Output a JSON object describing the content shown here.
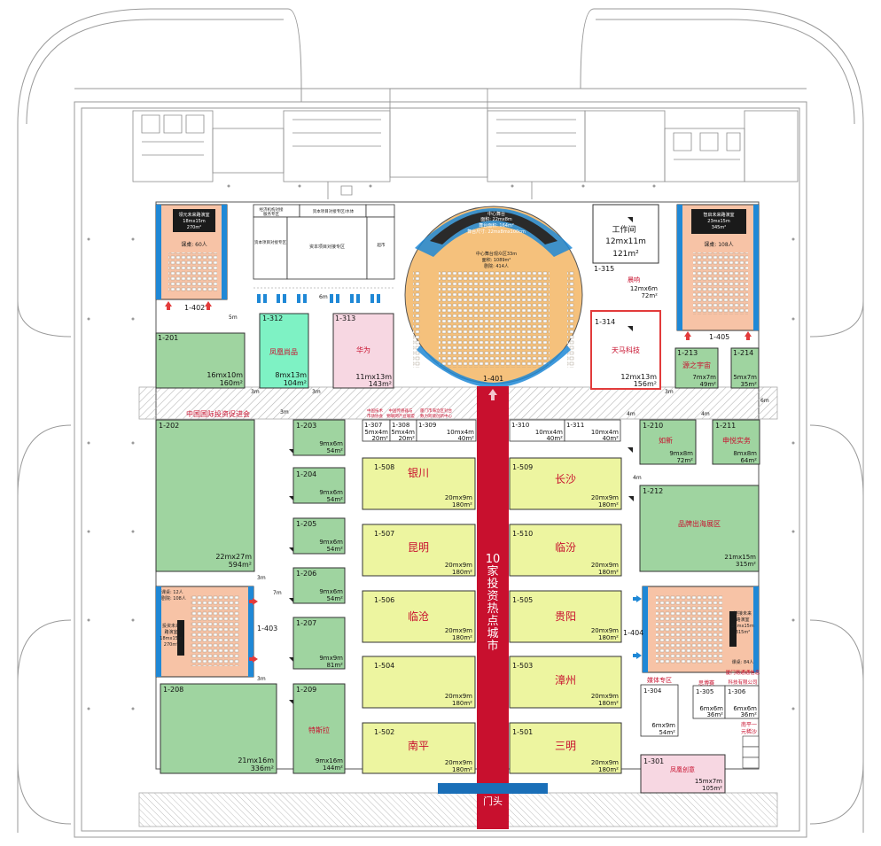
{
  "colors": {
    "green": "#9fd4a0",
    "yellow": "#edf5a0",
    "salmon": "#f7c3a6",
    "pink": "#f7d7e2",
    "mint": "#7ef2c4",
    "red": "#c8102e",
    "blue": "#1f88d6",
    "stage": "#f5c17c",
    "hatch": "#c8c8c8"
  },
  "labels": {
    "org": "中国国际投资促进会",
    "corridor_city": "10家投资热点城市",
    "gate": "门头",
    "w3m": "3m",
    "w4m": "4m",
    "w5m": "5m",
    "w6m": "6m",
    "w7m": "7m",
    "left_top_room": "领元未来路演室",
    "left_top_size": "18mx15m",
    "left_top_area": "270m²",
    "left_top_seats": "课桌: 60人",
    "right_top_room": "智启未来路演室",
    "right_top_size": "23mx15m",
    "right_top_area": "345m²",
    "right_top_seats": "课桌: 108人",
    "left_mid_room1": "投资未来",
    "left_mid_room2": "路演室",
    "left_mid_size": "18mx15m",
    "left_mid_area": "270m²",
    "left_mid_seats1": "课桌: 12人",
    "left_mid_seats2": "剧院: 108人",
    "right_mid_room1": "链接未来",
    "right_mid_room2": "路演室",
    "right_mid_size": "21mx15m",
    "right_mid_area": "315m²",
    "right_mid_seats": "课桌: 84人",
    "stage1": "中心舞台",
    "stage2": "面积: 22mx8m",
    "stage3": "舞台面积: 164m²",
    "stage4": "舞台尺寸: 22mx8mx100cm",
    "stage5": "中心舞台观众区33m",
    "stage6": "面积: 1089m²",
    "stage7": "剧院: 414人",
    "notice1": "经济机构对接",
    "notice2": "服务专区",
    "notice3": "资本项目对接专区/水体",
    "notice4": "资本项目对接专区",
    "notice5": "资本项目对接专区",
    "notice6": "超市",
    "media": "媒体专区",
    "group1": "中国技术",
    "group2": "市场协会",
    "group3": "中国传感器与",
    "group4": "物联网产业联盟",
    "group5": "厦门市海沧区对台",
    "group6": "数力跨境创新中心",
    "feng_name": "凤凰创意",
    "nanping_one": "南平一",
    "nanping_two": "元稀沙",
    "xiamen1": "厦门易通通信息",
    "xiamen2": "科技有限公司"
  },
  "booths": [
    {
      "id": "1-201",
      "name": "",
      "size": "16mx10m",
      "area": "160m²"
    },
    {
      "id": "1-202",
      "name": "",
      "size": "22mx27m",
      "area": "594m²"
    },
    {
      "id": "1-203",
      "name": "",
      "size": "9mx6m",
      "area": "54m²"
    },
    {
      "id": "1-204",
      "name": "",
      "size": "9mx6m",
      "area": "54m²"
    },
    {
      "id": "1-205",
      "name": "",
      "size": "9mx6m",
      "area": "54m²"
    },
    {
      "id": "1-206",
      "name": "",
      "size": "9mx6m",
      "area": "54m²"
    },
    {
      "id": "1-207",
      "name": "",
      "size": "9mx9m",
      "area": "81m²"
    },
    {
      "id": "1-208",
      "name": "",
      "size": "21mx16m",
      "area": "336m²"
    },
    {
      "id": "1-209",
      "name": "特斯拉",
      "size": "9mx16m",
      "area": "144m²"
    },
    {
      "id": "1-210",
      "name": "如新",
      "size": "9mx8m",
      "area": "72m²"
    },
    {
      "id": "1-211",
      "name": "申悦实务",
      "size": "8mx8m",
      "area": "64m²"
    },
    {
      "id": "1-212",
      "name": "品牌出海展区",
      "size": "21mx15m",
      "area": "315m²"
    },
    {
      "id": "1-213",
      "name": "源之宇宙",
      "size": "7mx7m",
      "area": "49m²"
    },
    {
      "id": "1-214",
      "name": "",
      "size": "5mx7m",
      "area": "35m²"
    },
    {
      "id": "1-301",
      "name": "凤凰创意",
      "size": "15mx7m",
      "area": "105m²"
    },
    {
      "id": "1-304",
      "name": "",
      "size": "6mx9m",
      "area": "54m²"
    },
    {
      "id": "1-305",
      "name": "",
      "size": "6mx6m",
      "area": "36m²"
    },
    {
      "id": "1-306",
      "name": "",
      "size": "6mx6m",
      "area": "36m²"
    },
    {
      "id": "1-307",
      "name": "",
      "size": "5mx4m",
      "area": "20m²"
    },
    {
      "id": "1-308",
      "name": "",
      "size": "5mx4m",
      "area": "20m²"
    },
    {
      "id": "1-309",
      "name": "",
      "size": "10mx4m",
      "area": "40m²"
    },
    {
      "id": "1-310",
      "name": "",
      "size": "10mx4m",
      "area": "40m²"
    },
    {
      "id": "1-311",
      "name": "",
      "size": "10mx4m",
      "area": "40m²"
    },
    {
      "id": "1-312",
      "name": "凤凰尚品",
      "size": "8mx13m",
      "area": "104m²"
    },
    {
      "id": "1-313",
      "name": "华为",
      "size": "11mx13m",
      "area": "143m²"
    },
    {
      "id": "1-314",
      "name": "天马科技",
      "size": "12mx13m",
      "area": "156m²"
    },
    {
      "id": "1-315",
      "name": "晨响",
      "size": "12mx6m",
      "area": "72m²"
    },
    {
      "id": "1-401",
      "name": "",
      "size": "",
      "area": ""
    },
    {
      "id": "1-402",
      "name": "",
      "size": "",
      "area": ""
    },
    {
      "id": "1-403",
      "name": "",
      "size": "",
      "area": ""
    },
    {
      "id": "1-404",
      "name": "",
      "size": "",
      "area": ""
    },
    {
      "id": "1-405",
      "name": "",
      "size": "",
      "area": ""
    },
    {
      "id": "1-501",
      "name": "三明",
      "size": "20mx9m",
      "area": "180m²"
    },
    {
      "id": "1-502",
      "name": "南平",
      "size": "20mx9m",
      "area": "180m²"
    },
    {
      "id": "1-503",
      "name": "漳州",
      "size": "20mx9m",
      "area": "180m²"
    },
    {
      "id": "1-504",
      "name": "",
      "size": "20mx9m",
      "area": "180m²"
    },
    {
      "id": "1-505",
      "name": "贵阳",
      "size": "20mx9m",
      "area": "180m²"
    },
    {
      "id": "1-506",
      "name": "临沧",
      "size": "20mx9m",
      "area": "180m²"
    },
    {
      "id": "1-507",
      "name": "昆明",
      "size": "20mx9m",
      "area": "180m²"
    },
    {
      "id": "1-508",
      "name": "银川",
      "size": "20mx9m",
      "area": "180m²"
    },
    {
      "id": "1-509",
      "name": "长沙",
      "size": "20mx9m",
      "area": "180m²"
    },
    {
      "id": "1-510",
      "name": "临汾",
      "size": "20mx9m",
      "area": "180m²"
    }
  ],
  "workroom": {
    "title": "工作间",
    "size": "12mx11m",
    "area": "121m²"
  }
}
